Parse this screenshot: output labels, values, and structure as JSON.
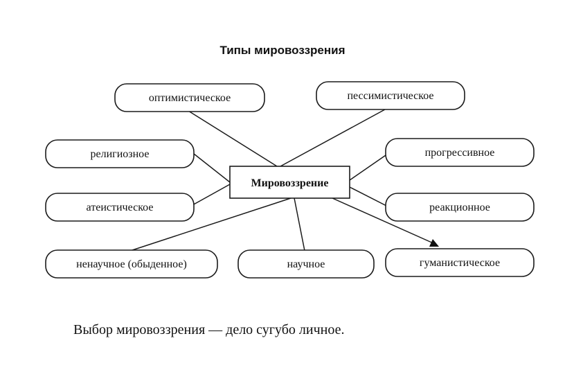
{
  "title": "Типы мировоззрения",
  "center": {
    "label": "Мировоззрение"
  },
  "types": [
    {
      "label": "оптимистическое"
    },
    {
      "label": "пессимистическое"
    },
    {
      "label": "религиозное"
    },
    {
      "label": "прогрессивное"
    },
    {
      "label": "атеистическое"
    },
    {
      "label": "реакционное"
    },
    {
      "label": "ненаучное (обыденное)"
    },
    {
      "label": "научное"
    },
    {
      "label": "гуманистическое"
    }
  ],
  "caption": "Выбор мировоззрения — дело сугубо личное.",
  "colors": {
    "stroke": "#1a1a1a",
    "text": "#111111",
    "background": "#ffffff"
  }
}
